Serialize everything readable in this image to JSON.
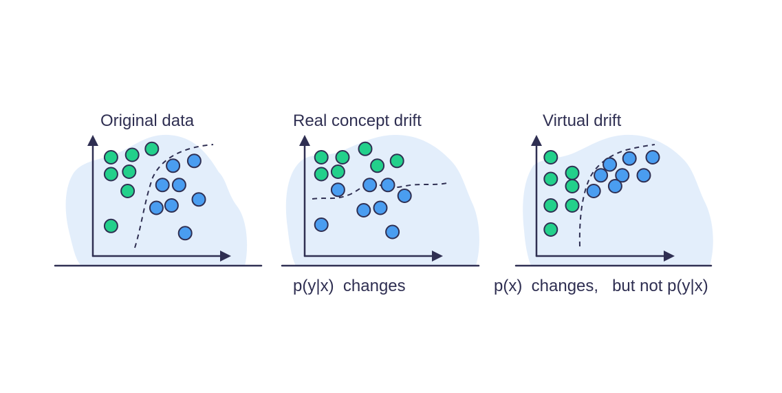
{
  "colors": {
    "ink": "#2f2f52",
    "blob": "#e3eefb",
    "green_point": "#23d08b",
    "blue_point": "#4a9df0"
  },
  "panels": [
    {
      "title": "Original data",
      "caption": "",
      "points": {
        "green": [
          [
            1.2,
            8.2
          ],
          [
            2.6,
            8.4
          ],
          [
            3.9,
            8.9
          ],
          [
            1.2,
            6.8
          ],
          [
            2.4,
            7.0
          ],
          [
            2.3,
            5.4
          ],
          [
            1.2,
            2.5
          ]
        ],
        "blue": [
          [
            5.3,
            7.5
          ],
          [
            6.7,
            7.9
          ],
          [
            4.6,
            5.9
          ],
          [
            5.7,
            5.9
          ],
          [
            7.0,
            4.7
          ],
          [
            4.2,
            4.0
          ],
          [
            5.2,
            4.2
          ],
          [
            6.1,
            1.9
          ]
        ]
      }
    },
    {
      "title": "Real concept drift",
      "caption": "p(y|x)  changes",
      "points": {
        "green": [
          [
            1.1,
            8.2
          ],
          [
            2.5,
            8.2
          ],
          [
            4.0,
            8.9
          ],
          [
            1.1,
            6.8
          ],
          [
            2.2,
            7.0
          ],
          [
            4.8,
            7.5
          ],
          [
            6.1,
            7.9
          ]
        ],
        "blue": [
          [
            2.2,
            5.5
          ],
          [
            4.3,
            5.9
          ],
          [
            5.5,
            5.9
          ],
          [
            6.6,
            5.0
          ],
          [
            3.9,
            3.8
          ],
          [
            5.0,
            4.0
          ],
          [
            5.8,
            2.0
          ],
          [
            1.1,
            2.6
          ]
        ]
      }
    },
    {
      "title": "Virtual drift",
      "caption": "p(x)  changes,   but not p(y|x)",
      "points": {
        "green": [
          [
            0.8,
            8.2
          ],
          [
            0.8,
            6.4
          ],
          [
            2.0,
            6.9
          ],
          [
            2.0,
            5.8
          ],
          [
            0.8,
            4.2
          ],
          [
            2.0,
            4.2
          ],
          [
            0.8,
            2.2
          ]
        ],
        "blue": [
          [
            4.1,
            7.6
          ],
          [
            5.2,
            8.1
          ],
          [
            6.5,
            8.2
          ],
          [
            3.6,
            6.7
          ],
          [
            4.8,
            6.7
          ],
          [
            6.0,
            6.7
          ],
          [
            3.2,
            5.4
          ],
          [
            4.4,
            5.8
          ]
        ]
      }
    }
  ]
}
